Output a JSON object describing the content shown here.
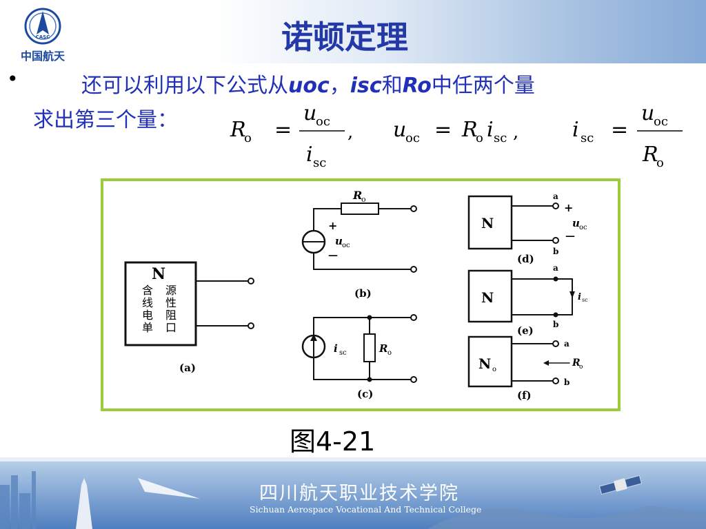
{
  "header": {
    "logo_badge": "CASC",
    "logo_text": "中国航天",
    "title": "诺顿定理"
  },
  "body": {
    "bullet": "•",
    "line1_pre": "还可以利用以下公式从",
    "line1_uoc": "uoc",
    "line1_comma": "，",
    "line1_isc": "isc",
    "line1_and": "和",
    "line1_ro": "Ro",
    "line1_post": "中任两个量",
    "line2": "求出第三个量："
  },
  "formulas": {
    "f1": {
      "lhs": "R",
      "lhs_sub": "o",
      "eq": "=",
      "num": "u",
      "num_sub": "oc",
      "den": "i",
      "den_sub": "sc",
      "sep": ","
    },
    "f2": {
      "lhs": "u",
      "lhs_sub": "oc",
      "eq": "=",
      "r": "R",
      "r_sub": "o",
      "i": "i",
      "i_sub": "sc",
      "sep": ","
    },
    "f3": {
      "lhs": "i",
      "lhs_sub": "sc",
      "eq": "=",
      "num": "u",
      "num_sub": "oc",
      "den": "R",
      "den_sub": "o"
    }
  },
  "figure": {
    "a": {
      "n": "N",
      "col1": [
        "含",
        "线",
        "电",
        "单"
      ],
      "col2": [
        "源",
        "性",
        "阻",
        "口"
      ],
      "label": "(a)"
    },
    "b": {
      "r_label": "R",
      "r_sub": "o",
      "plus": "+",
      "minus": "—",
      "u_label": "u",
      "u_sub": "oc",
      "label": "(b)"
    },
    "c": {
      "i_label": "i",
      "i_sub": "sc",
      "r_label": "R",
      "r_sub": "o",
      "label": "(c)"
    },
    "d": {
      "n": "N",
      "a": "a",
      "b": "b",
      "plus": "+",
      "minus": "—",
      "u_label": "u",
      "u_sub": "oc",
      "label": "(d)"
    },
    "e": {
      "n": "N",
      "a": "a",
      "b": "b",
      "i_label": "i",
      "i_sub": "sc",
      "label": "(e)"
    },
    "f": {
      "n": "N",
      "n_sub": "o",
      "a": "a",
      "b": "b",
      "r_label": "R",
      "r_sub": "o",
      "label": "(f)"
    }
  },
  "caption": "图4-21",
  "footer": {
    "school_cn": "四川航天职业技术学院",
    "school_en": "Sichuan Aerospace Vocational And Technical College"
  }
}
